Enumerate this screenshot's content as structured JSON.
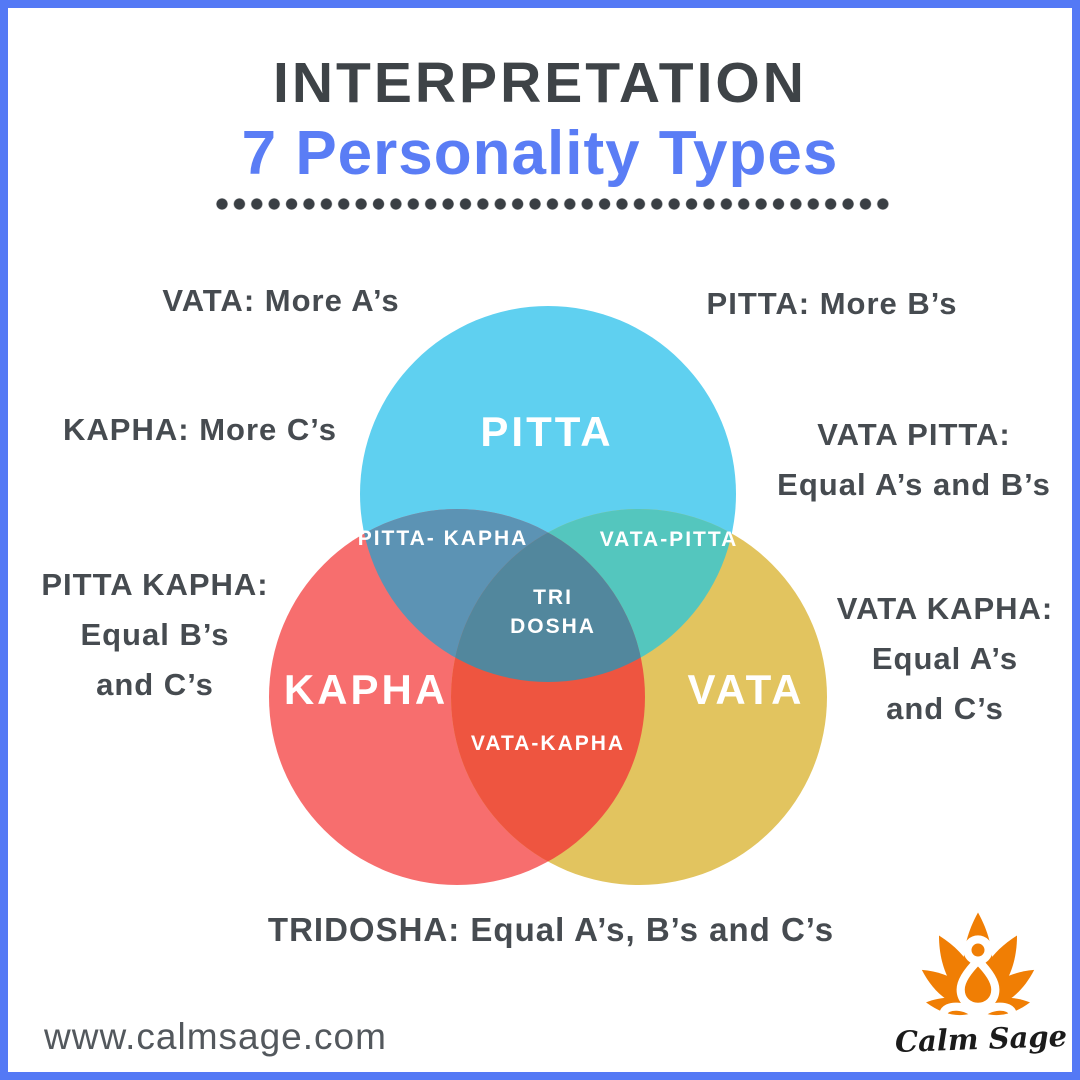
{
  "header": {
    "title": "INTERPRETATION",
    "subtitle": "7 Personality Types"
  },
  "venn": {
    "circle_labels": {
      "pitta": "PITTA",
      "kapha": "KAPHA",
      "vata": "VATA"
    },
    "overlap_labels": {
      "pitta_kapha": "PITTA- KAPHA",
      "vata_pitta": "VATA-PITTA",
      "vata_kapha": "VATA-KAPHA",
      "tridosha_line1": "TRI",
      "tridosha_line2": "DOSHA"
    }
  },
  "notes": {
    "vata": "VATA: More A’s",
    "pitta": "PITTA: More B’s",
    "kapha": "KAPHA: More C’s",
    "vata_pitta_line1": "VATA PITTA:",
    "vata_pitta_line2": "Equal A’s and B’s",
    "pitta_kapha_line1": "PITTA KAPHA:",
    "pitta_kapha_line2": "Equal B’s",
    "pitta_kapha_line3": "and C’s",
    "vata_kapha_line1": "VATA KAPHA:",
    "vata_kapha_line2": "Equal A’s",
    "vata_kapha_line3": "and C’s",
    "tridosha": "TRIDOSHA: Equal A’s, B’s and C’s"
  },
  "footer": {
    "website": "www.calmsage.com",
    "brand": "Calm Sage"
  },
  "colors": {
    "frame_blue": "#5479F5",
    "subtitle_blue": "#5A7DF5",
    "title_dark": "#3E4347",
    "note_text": "#464B50",
    "pitta": "#5FD0F0",
    "kapha": "#F76E6E",
    "vata": "#E2C45F",
    "overlap_pitta_kapha": "#5C93B4",
    "overlap_vata_pitta": "#54C6BE",
    "overlap_vata_kapha": "#EE5540",
    "overlap_tridosha": "#52879D",
    "lotus_edge": "#F07E04",
    "lotus_mid": "#FCA50F",
    "lotus_core": "#FFDE5A"
  }
}
